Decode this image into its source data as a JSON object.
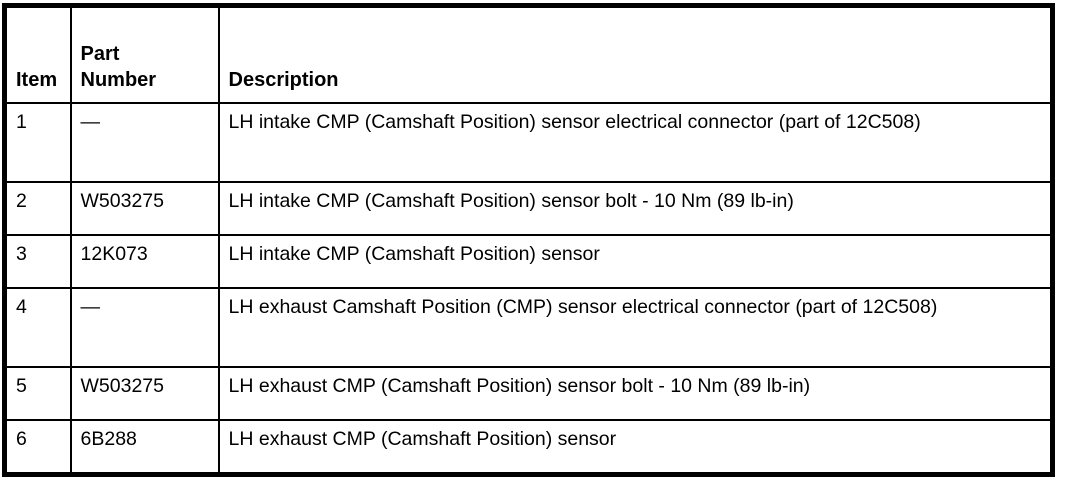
{
  "table": {
    "name": "parts-legend-table",
    "columns": [
      {
        "key": "item",
        "label": "Item"
      },
      {
        "key": "part_number",
        "label": "Part\nNumber",
        "label_line1": "Part",
        "label_line2": "Number"
      },
      {
        "key": "description",
        "label": "Description"
      }
    ],
    "rows": [
      {
        "item": "1",
        "part_number": "—",
        "description": "LH intake CMP (Camshaft Position) sensor electrical connector (part of 12C508)"
      },
      {
        "item": "2",
        "part_number": "W503275",
        "description": "LH intake CMP (Camshaft Position) sensor bolt - 10 Nm (89 lb-in)"
      },
      {
        "item": "3",
        "part_number": "12K073",
        "description": "LH intake CMP (Camshaft Position) sensor"
      },
      {
        "item": "4",
        "part_number": "—",
        "description": "LH exhaust Camshaft Position (CMP) sensor electrical connector (part of 12C508)"
      },
      {
        "item": "5",
        "part_number": "W503275",
        "description": "LH exhaust CMP (Camshaft Position) sensor bolt - 10 Nm (89 lb-in)"
      },
      {
        "item": "6",
        "part_number": "6B288",
        "description": "LH exhaust CMP (Camshaft Position) sensor"
      }
    ]
  },
  "style": {
    "border_color": "#000000",
    "text_color": "#000000",
    "background": "#ffffff"
  }
}
